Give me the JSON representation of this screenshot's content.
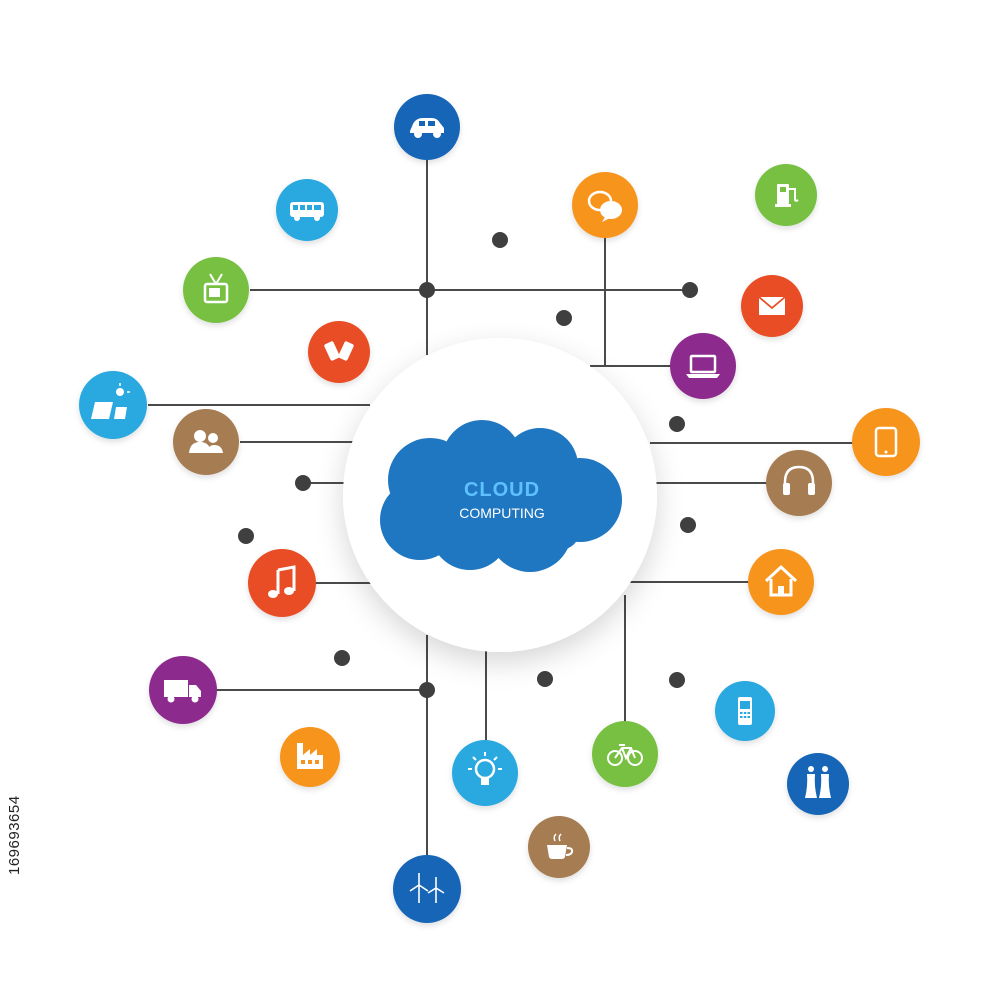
{
  "colors": {
    "line": "#4a4a4a",
    "dot": "#3f3f3f",
    "cloud": "#1f76c1",
    "cloud_text": "#5fc0ff",
    "cloud_sub": "#ffffff",
    "blue": "#1565b6",
    "light_blue": "#29a8e0",
    "green": "#77c043",
    "orange": "#f7941d",
    "red": "#e94e25",
    "purple": "#8c2a8d",
    "brown": "#a67c52",
    "icon_fg": "#ffffff"
  },
  "center": {
    "title": "CLOUD",
    "subtitle": "COMPUTING"
  },
  "stock_id": "169693654",
  "nodes": [
    {
      "name": "car-icon",
      "color": "blue"
    },
    {
      "name": "bus-icon",
      "color": "light_blue"
    },
    {
      "name": "speech-bubbles-icon",
      "color": "orange"
    },
    {
      "name": "fuel-station-icon",
      "color": "green"
    },
    {
      "name": "tv-icon",
      "color": "green"
    },
    {
      "name": "envelope-icon",
      "color": "red"
    },
    {
      "name": "mobile-phones-icon",
      "color": "red"
    },
    {
      "name": "laptop-icon",
      "color": "purple"
    },
    {
      "name": "solar-panel-icon",
      "color": "light_blue"
    },
    {
      "name": "users-icon",
      "color": "brown"
    },
    {
      "name": "tablet-icon",
      "color": "orange"
    },
    {
      "name": "headphones-icon",
      "color": "brown"
    },
    {
      "name": "music-note-icon",
      "color": "red"
    },
    {
      "name": "house-icon",
      "color": "orange"
    },
    {
      "name": "truck-icon",
      "color": "purple"
    },
    {
      "name": "cell-phone-icon",
      "color": "light_blue"
    },
    {
      "name": "factory-icon",
      "color": "orange"
    },
    {
      "name": "bicycle-icon",
      "color": "green"
    },
    {
      "name": "light-bulb-icon",
      "color": "light_blue"
    },
    {
      "name": "power-plant-icon",
      "color": "blue"
    },
    {
      "name": "coffee-cup-icon",
      "color": "brown"
    },
    {
      "name": "wind-turbine-icon",
      "color": "blue"
    }
  ]
}
